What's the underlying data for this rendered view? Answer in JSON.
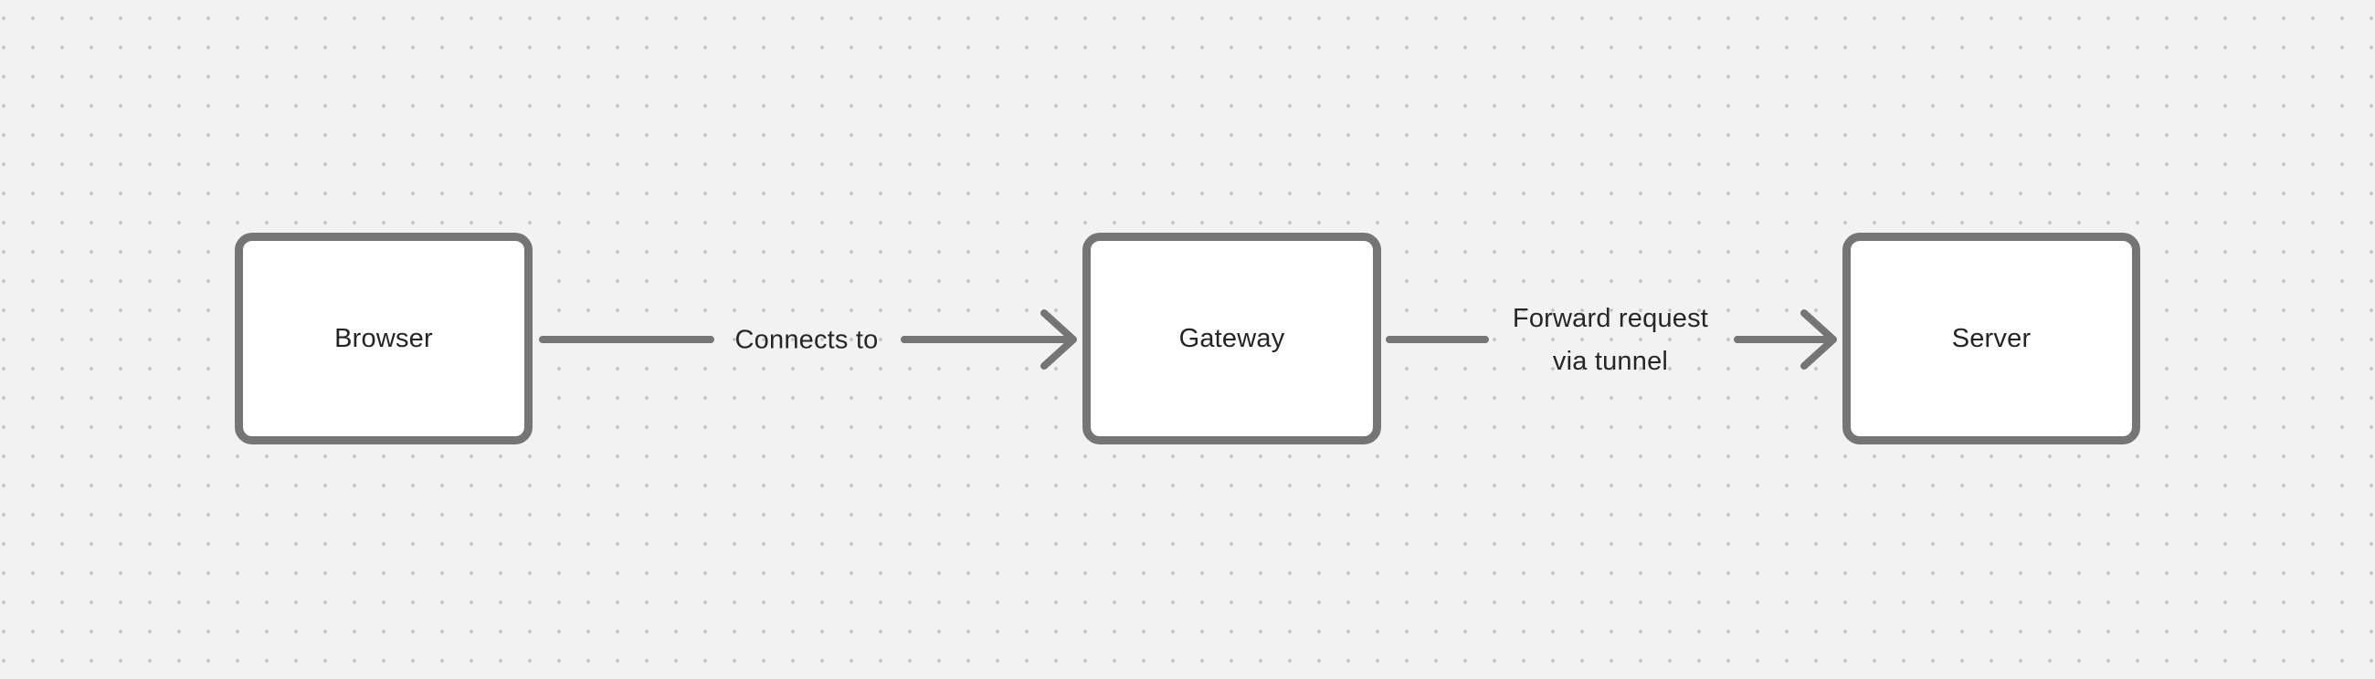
{
  "canvas": {
    "type": "diagram-canvas",
    "background_color": "#f2f2f2",
    "dot_grid_color": "#c3c3c3",
    "stroke_color": "#757575",
    "node_fill_color": "#ffffff",
    "text_color": "#242424"
  },
  "nodes": [
    {
      "id": "browser",
      "label": "Browser"
    },
    {
      "id": "gateway",
      "label": "Gateway"
    },
    {
      "id": "server",
      "label": "Server"
    }
  ],
  "edges": [
    {
      "from": "browser",
      "to": "gateway",
      "label": "Connects to",
      "label_lines": [
        "Connects to"
      ]
    },
    {
      "from": "gateway",
      "to": "server",
      "label": "Forward request via tunnel",
      "label_lines": [
        "Forward request",
        "via tunnel"
      ]
    }
  ]
}
